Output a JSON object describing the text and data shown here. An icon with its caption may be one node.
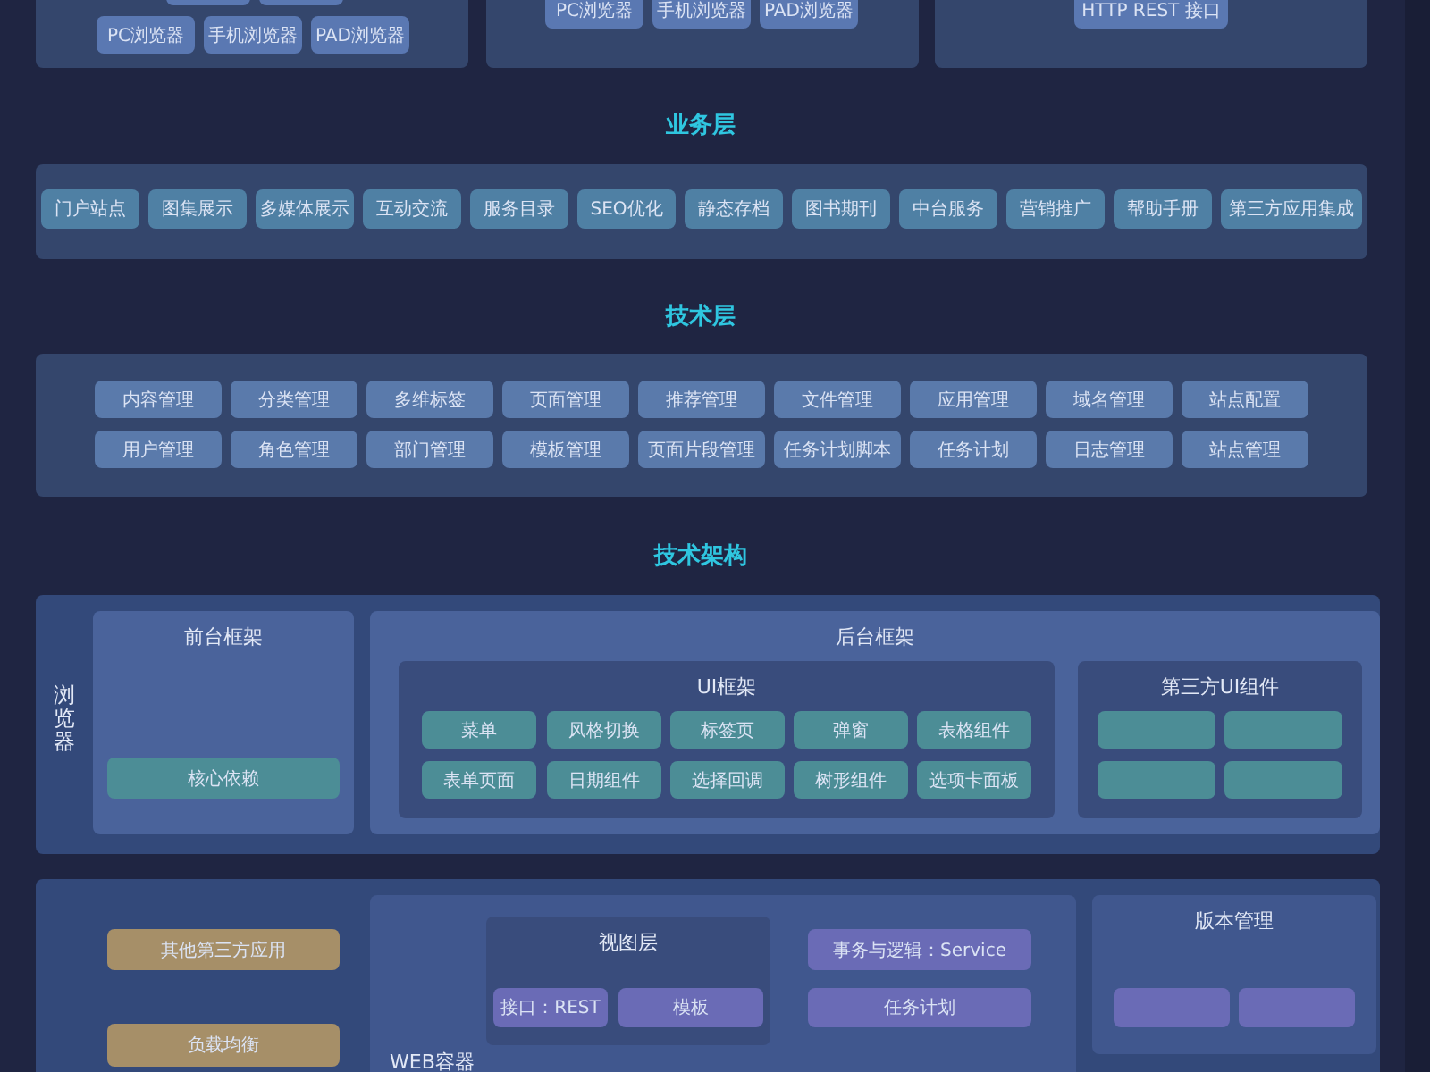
{
  "diagram": {
    "nodes": [
      {
        "text": [],
        "shape": "box"
      },
      {
        "text": [],
        "shape": "box",
        "in": 0
      },
      {
        "text": [],
        "shape": "box",
        "in": 0
      },
      {
        "text": [
          "PC浏览器"
        ],
        "in": 0
      },
      {
        "text": [
          "手机浏览器"
        ],
        "in": 0
      },
      {
        "text": [
          "PAD浏览器"
        ],
        "in": 0
      },
      {
        "text": [],
        "shape": "box"
      },
      {
        "text": [
          "PC浏览器"
        ],
        "in": 6
      },
      {
        "text": [
          "手机浏览器"
        ],
        "in": 6
      },
      {
        "text": [
          "PAD浏览器"
        ],
        "in": 6
      },
      {
        "text": [],
        "shape": "box"
      },
      {
        "text": [
          "HTTP REST 接口"
        ],
        "in": 10
      },
      {
        "text": [],
        "shape": "box"
      },
      {
        "text": [
          "门户站点"
        ],
        "in": 12
      },
      {
        "text": [
          "图集展示"
        ],
        "in": 12
      },
      {
        "text": [
          "多媒体展示"
        ],
        "in": 12
      },
      {
        "text": [
          "互动交流"
        ],
        "in": 12
      },
      {
        "text": [
          "服务目录"
        ],
        "in": 12
      },
      {
        "text": [
          "SEO优化"
        ],
        "in": 12
      },
      {
        "text": [
          "静态存档"
        ],
        "in": 12
      },
      {
        "text": [
          "图书期刊"
        ],
        "in": 12
      },
      {
        "text": [
          "中台服务"
        ],
        "in": 12
      },
      {
        "text": [
          "营销推广"
        ],
        "in": 12
      },
      {
        "text": [
          "帮助手册"
        ],
        "in": 12
      },
      {
        "text": [
          "第三方应用集成"
        ],
        "in": 12
      },
      {
        "text": [],
        "shape": "box"
      },
      {
        "text": [
          "内容管理"
        ],
        "in": 25
      },
      {
        "text": [
          "分类管理"
        ],
        "in": 25
      },
      {
        "text": [
          "多维标签"
        ],
        "in": 25
      },
      {
        "text": [
          "页面管理"
        ],
        "in": 25
      },
      {
        "text": [
          "推荐管理"
        ],
        "in": 25
      },
      {
        "text": [
          "文件管理"
        ],
        "in": 25
      },
      {
        "text": [
          "应用管理"
        ],
        "in": 25
      },
      {
        "text": [
          "域名管理"
        ],
        "in": 25
      },
      {
        "text": [
          "站点配置"
        ],
        "in": 25
      },
      {
        "text": [
          "用户管理"
        ],
        "in": 25
      },
      {
        "text": [
          "角色管理"
        ],
        "in": 25
      },
      {
        "text": [
          "部门管理"
        ],
        "in": 25
      },
      {
        "text": [
          "模板管理"
        ],
        "in": 25
      },
      {
        "text": [
          "页面片段管理"
        ],
        "in": 25
      },
      {
        "text": [
          "任务计划脚本"
        ],
        "in": 25
      },
      {
        "text": [
          "任务计划"
        ],
        "in": 25
      },
      {
        "text": [
          "日志管理"
        ],
        "in": 25
      },
      {
        "text": [
          "站点管理"
        ],
        "in": 25
      },
      {
        "text": [
          "浏览器"
        ]
      },
      {
        "text": [
          "前台框架"
        ],
        "in": 44
      },
      {
        "text": [
          "核心依赖"
        ],
        "in": 45
      },
      {
        "text": [
          "后台框架"
        ],
        "in": 44
      },
      {
        "text": [
          "UI框架"
        ],
        "in": 47
      },
      {
        "text": [
          "菜单"
        ],
        "in": 48
      },
      {
        "text": [
          "风格切换"
        ],
        "in": 48
      },
      {
        "text": [
          "标签页"
        ],
        "in": 48
      },
      {
        "text": [
          "弹窗"
        ],
        "in": 48
      },
      {
        "text": [
          "表格组件"
        ],
        "in": 48
      },
      {
        "text": [
          "表单页面"
        ],
        "in": 48
      },
      {
        "text": [
          "日期组件"
        ],
        "in": 48
      },
      {
        "text": [
          "选择回调"
        ],
        "in": 48
      },
      {
        "text": [
          "树形组件"
        ],
        "in": 48
      },
      {
        "text": [
          "选项卡面板"
        ],
        "in": 48
      },
      {
        "text": [
          "第三方UI组件"
        ],
        "in": 47
      },
      {
        "text": [],
        "shape": "box",
        "in": 59
      },
      {
        "text": [],
        "shape": "box",
        "in": 59
      },
      {
        "text": [],
        "shape": "box",
        "in": 59
      },
      {
        "text": [],
        "shape": "box",
        "in": 59
      },
      {
        "text": [],
        "shape": "box"
      },
      {
        "text": [
          "其他第三方应用"
        ],
        "in": 64
      },
      {
        "text": [
          "负载均衡"
        ],
        "in": 64
      },
      {
        "text": [
          "WEB容器"
        ],
        "in": 64
      },
      {
        "text": [
          "视图层"
        ],
        "in": 67
      },
      {
        "text": [
          "接口：REST"
        ],
        "in": 68
      },
      {
        "text": [
          "模板"
        ],
        "in": 68
      },
      {
        "text": [
          "事务与逻辑：Service"
        ],
        "in": 67
      },
      {
        "text": [
          "任务计划"
        ],
        "in": 67
      },
      {
        "text": [
          "版本管理"
        ],
        "in": 64
      },
      {
        "text": [],
        "shape": "box",
        "in": 73
      },
      {
        "text": [],
        "shape": "box",
        "in": 73
      }
    ],
    "labels": [
      "业务层",
      "技术层",
      "技术架构"
    ]
  }
}
